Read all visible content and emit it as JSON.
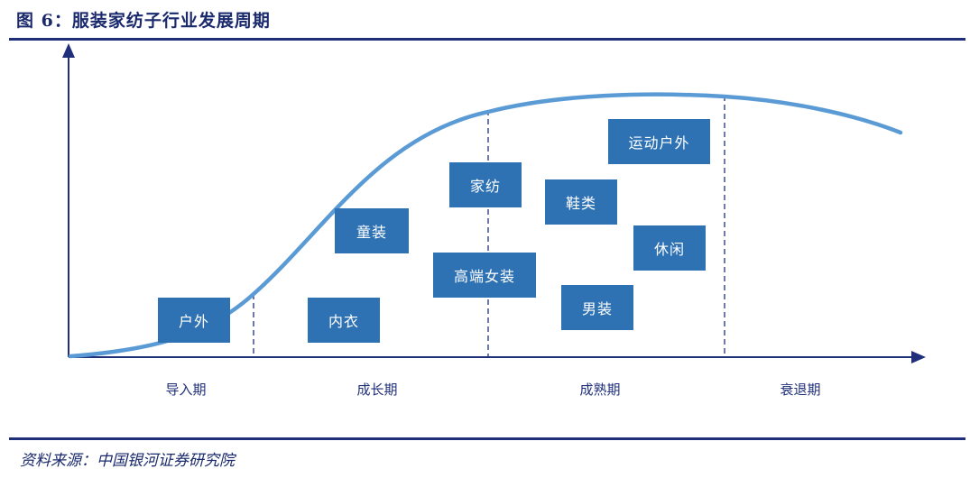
{
  "header": {
    "title": "图 6：服装家纺子行业发展周期"
  },
  "footer": {
    "source": "资料来源：中国银河证券研究院"
  },
  "diagram": {
    "phases": [
      "导入期",
      "成长期",
      "成熟期",
      "衰退期"
    ],
    "categories": {
      "outdoor": "户外",
      "underwear": "内衣",
      "kidswear": "童装",
      "home_textile": "家纺",
      "high_end_womenswear": "高端女装",
      "footwear": "鞋类",
      "sportswear": "运动户外",
      "casual": "休闲",
      "menswear": "男装"
    },
    "colors": {
      "curve": "#5b9bd5",
      "box": "#2e72b4",
      "axis": "#1f2f7a",
      "rule": "#1f2f7a"
    }
  }
}
